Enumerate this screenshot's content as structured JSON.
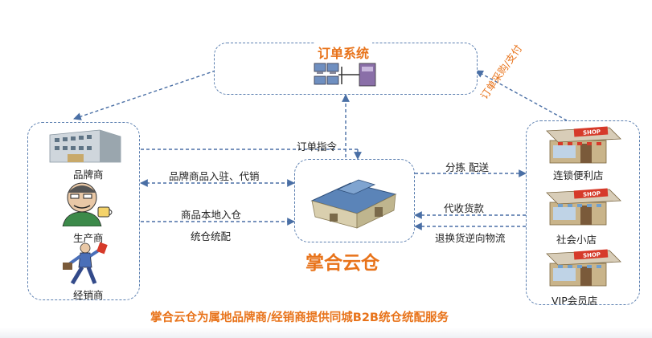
{
  "order_system": {
    "title": "订单系统",
    "side_label": "订单采购/支付"
  },
  "order_command_label": "订单指令",
  "left_panel": {
    "items": [
      {
        "label": "品牌商",
        "icon": "office-building-icon"
      },
      {
        "label": "生产商",
        "icon": "man-with-cup-icon"
      },
      {
        "label": "经销商",
        "icon": "running-man-icon"
      }
    ]
  },
  "center": {
    "title": "掌合云仓",
    "icon": "warehouse-icon"
  },
  "left_links": {
    "top": "品牌商品入驻、代销",
    "bottom_line1": "商品本地入仓",
    "bottom_line2": "统仓统配"
  },
  "right_links": {
    "top": "分拣 配送",
    "middle": "代收货款",
    "bottom": "退换货逆向物流"
  },
  "right_panel": {
    "items": [
      {
        "label": "连锁便利店",
        "icon": "shop-icon"
      },
      {
        "label": "社会小店",
        "icon": "shop-icon"
      },
      {
        "label": "VIP会员店",
        "icon": "shop-icon"
      }
    ],
    "shop_sign": "SHOP"
  },
  "footer": {
    "caption": "掌合云仓为属地品牌商/经销商提供同城B2B统仓统配服务"
  },
  "colors": {
    "accent": "#e8731a",
    "dash": "#5b7fb0",
    "arrow": "#4a6fa5"
  }
}
